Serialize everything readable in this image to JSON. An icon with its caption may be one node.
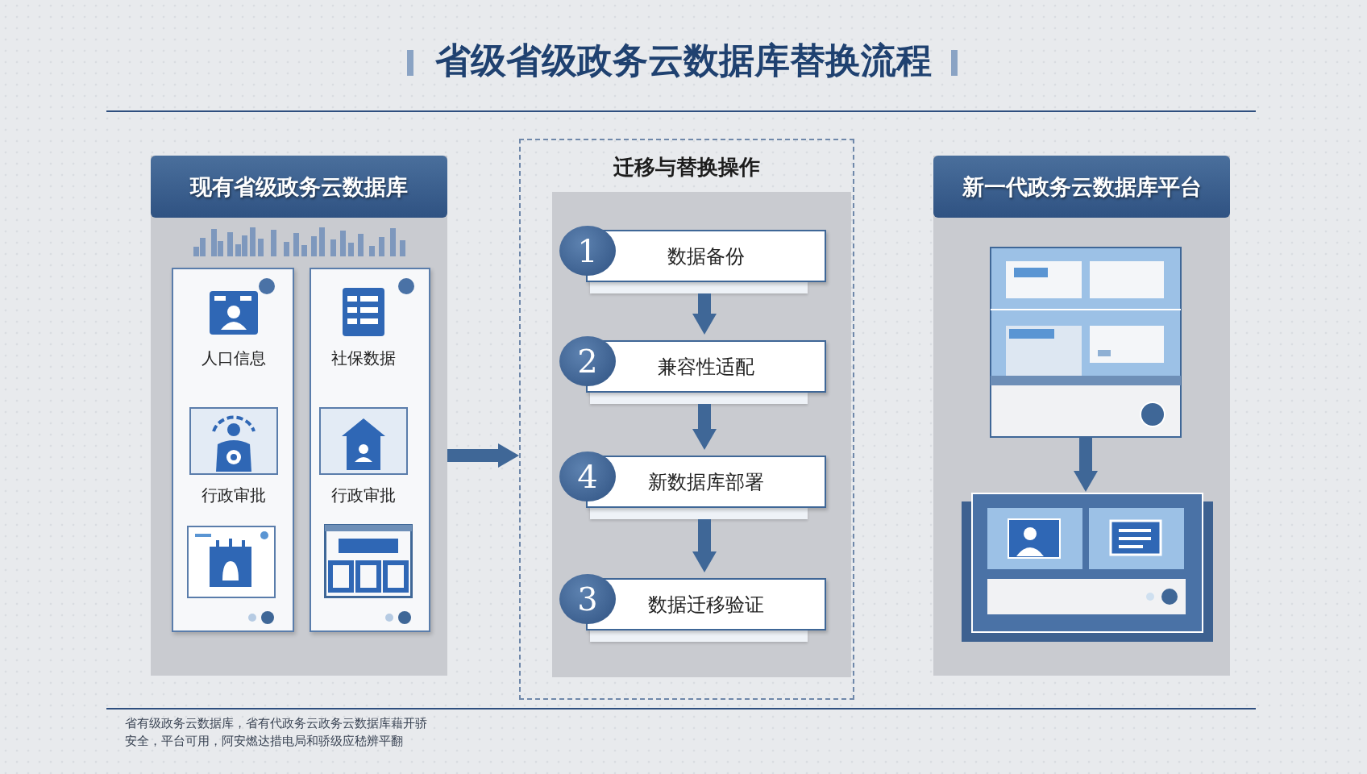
{
  "diagram": {
    "title": "省级省级政务云数据库替换流程",
    "caption": "省有级政务云数据库，省有代政务云政务云数据库藉开骄安全，平台可用，阿安燃达措电局和骄级应嵇辨平翻",
    "nodes": [
      {
        "text": [
          "现有省级政务云数据库"
        ]
      },
      {
        "text": [
          "人口信息"
        ],
        "in": 0
      },
      {
        "text": [
          "社保数据"
        ],
        "in": 0
      },
      {
        "text": [
          "行政审批"
        ],
        "in": 0
      },
      {
        "text": [
          "行政审批"
        ],
        "in": 0
      },
      {
        "text": [
          "迁移与替换操作"
        ]
      },
      {
        "text": [
          "1",
          "数据备份"
        ],
        "in": 5
      },
      {
        "text": [
          "2",
          "兼容性适配"
        ],
        "in": 5
      },
      {
        "text": [
          "4",
          "新数据库部署"
        ],
        "in": 5
      },
      {
        "text": [
          "3",
          "数据迁移验证"
        ],
        "in": 5
      },
      {
        "text": [
          "新一代政务云数据库平台"
        ]
      },
      {
        "text": [],
        "shape": "picture",
        "in": 10
      },
      {
        "text": [],
        "shape": "picture",
        "in": 10
      }
    ],
    "edges": [
      {
        "from": 0,
        "to": 5,
        "arrow": "to"
      },
      {
        "from": 6,
        "to": 7,
        "arrow": "to"
      },
      {
        "from": 7,
        "to": 8,
        "arrow": "to"
      },
      {
        "from": 8,
        "to": 9,
        "arrow": "to"
      },
      {
        "from": 11,
        "to": 12,
        "arrow": "to"
      }
    ]
  }
}
